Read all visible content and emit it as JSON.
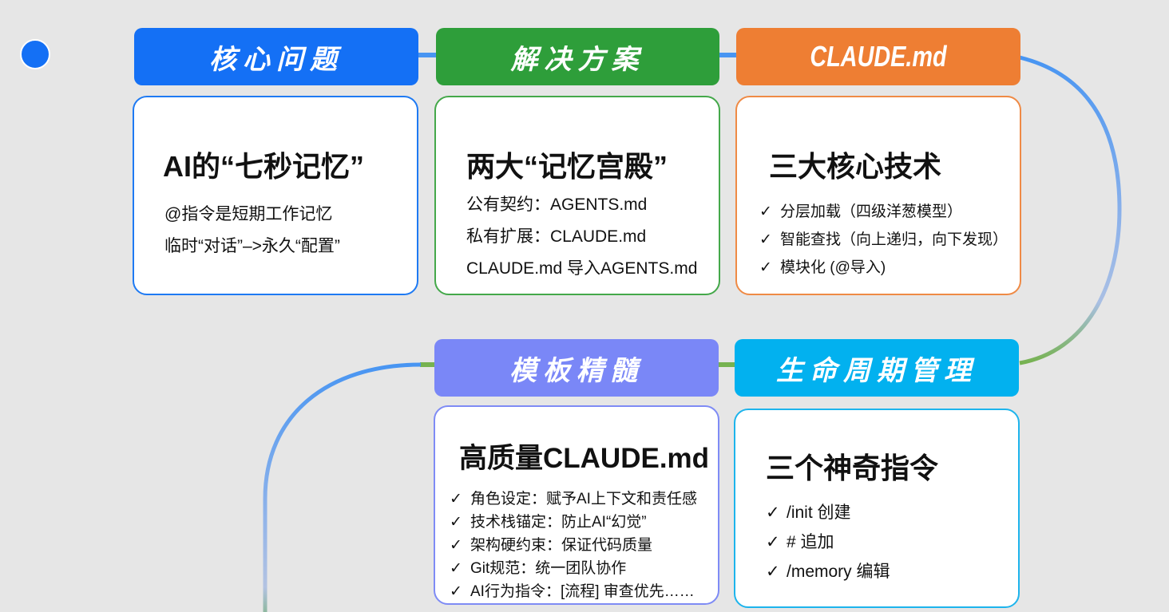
{
  "colors": {
    "background": "#e6e6e6",
    "blue": "#1470f5",
    "green": "#2e9e3a",
    "orange": "#ee7e33",
    "purple": "#7a87f7",
    "cyan": "#02b1ef",
    "connector_blue": "#4895f2",
    "connector_green": "#76b250"
  },
  "stages": [
    {
      "header": "核心问题",
      "title": "AI的“七秒记忆”",
      "lines": [
        "@指令是短期工作记忆",
        "临时“对话”–>永久“配置”"
      ]
    },
    {
      "header": "解决方案",
      "title": "两大“记忆宫殿”",
      "lines": [
        "公有契约：AGENTS.md",
        "私有扩展：CLAUDE.md",
        "CLAUDE.md 导入AGENTS.md"
      ]
    },
    {
      "header": "CLAUDE.md",
      "title": "三大核心技术",
      "check": "✓",
      "lines": [
        "分层加载（四级洋葱模型）",
        "智能查找（向上递归，向下发现）",
        "模块化 (@导入)"
      ]
    },
    {
      "header": "生命周期管理",
      "title": "三个神奇指令",
      "check": "✓",
      "lines": [
        "/init 创建",
        "# 追加",
        "/memory 编辑"
      ]
    },
    {
      "header": "模板精髓",
      "title": "高质量CLAUDE.md",
      "check": "✓",
      "lines": [
        "角色设定：赋予AI上下文和责任感",
        "技术栈锚定：防止AI“幻觉”",
        "架构硬约束：保证代码质量",
        "Git规范：统一团队协作",
        "AI行为指令：[流程] 审查优先……"
      ]
    }
  ]
}
